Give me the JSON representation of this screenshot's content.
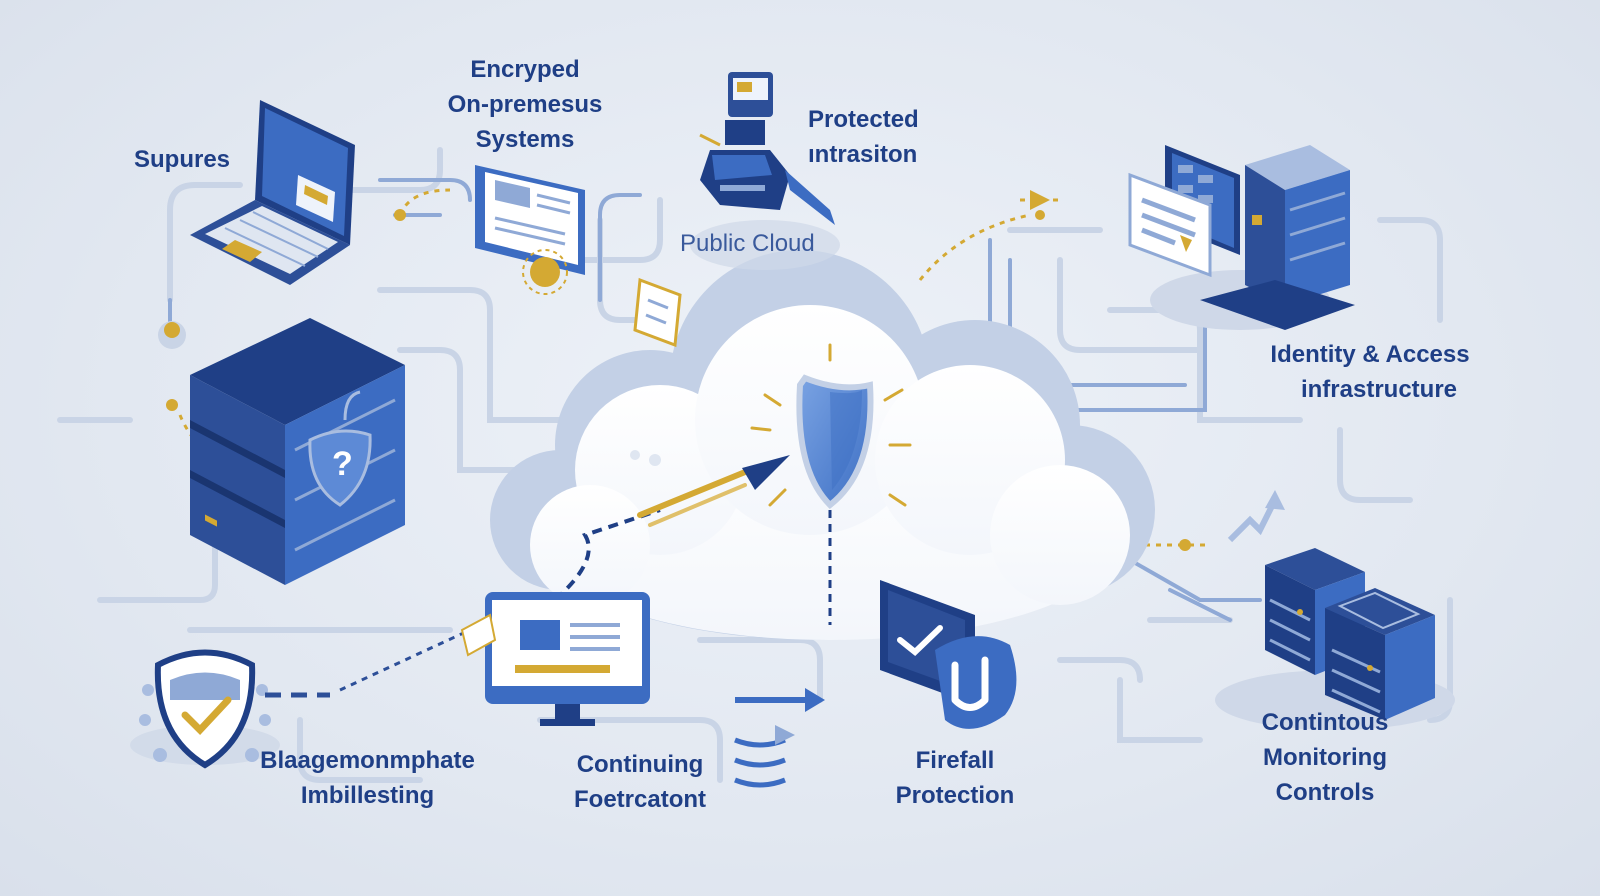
{
  "labels": {
    "supures": "Supures",
    "encrypted": [
      "Encryped",
      "On-premesus",
      "Systems"
    ],
    "protected": [
      "Protected",
      "ıntrasiton"
    ],
    "public_cloud": "Public Cloud",
    "identity": [
      "Identity & Access",
      "infrastructure"
    ],
    "blaage": [
      "Blaagemonmphate",
      "Imbillesting"
    ],
    "continuing": [
      "Continuing",
      "Foetrcatont"
    ],
    "firefall": [
      "Firefall",
      "Protection"
    ],
    "monitoring": [
      "Contintous",
      "Monitoring",
      "Controls"
    ]
  },
  "colors": {
    "navy": "#1f3f86",
    "blue": "#3c6cc2",
    "light_blue": "#a9bde0",
    "gold": "#d4a933",
    "background": "#e3e9f2"
  },
  "icons": [
    "laptop-icon",
    "document-icon",
    "terminal-icon",
    "server-rack-icon",
    "shield-icon",
    "monitor-icon",
    "firewall-icon",
    "server-stack-icon",
    "arrow-icon"
  ]
}
